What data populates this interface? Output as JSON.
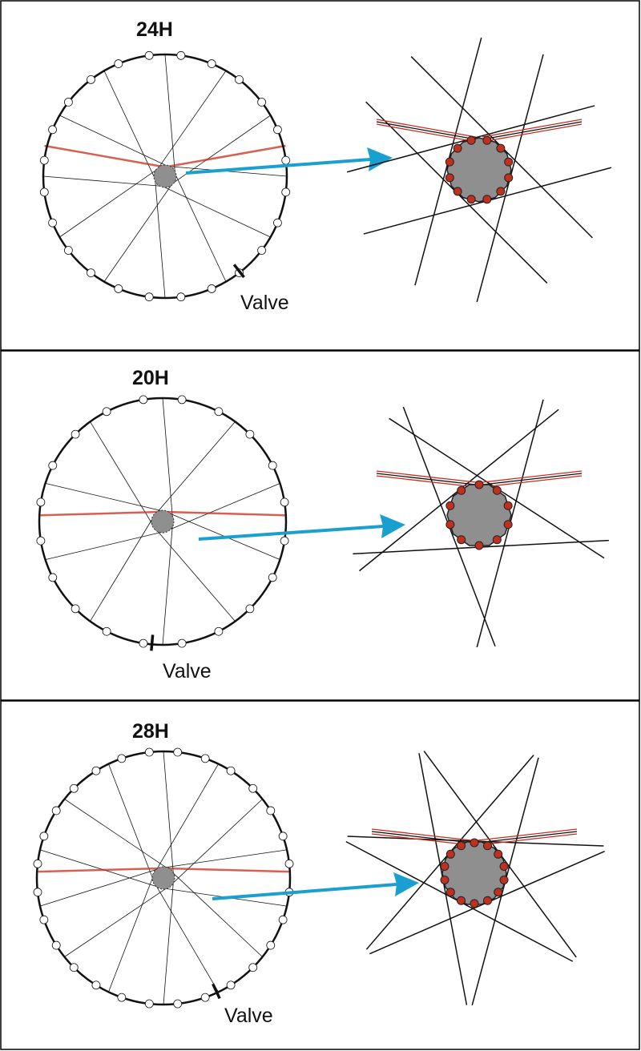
{
  "colors": {
    "spoke": "#111111",
    "red": "#cc2a1a",
    "hub": "#8f8f8f",
    "arrow": "#1aa0d0",
    "redNipple": "#c0301f"
  },
  "panels": [
    {
      "title": "24H",
      "holes": 24,
      "valve_label": "Valve",
      "valve_angle_deg": 128,
      "hub_holes": 12
    },
    {
      "title": "20H",
      "holes": 20,
      "valve_label": "Valve",
      "valve_angle_deg": 85,
      "hub_holes": 10
    },
    {
      "title": "28H",
      "holes": 28,
      "valve_label": "Valve",
      "valve_angle_deg": 115,
      "hub_holes": 14
    }
  ]
}
